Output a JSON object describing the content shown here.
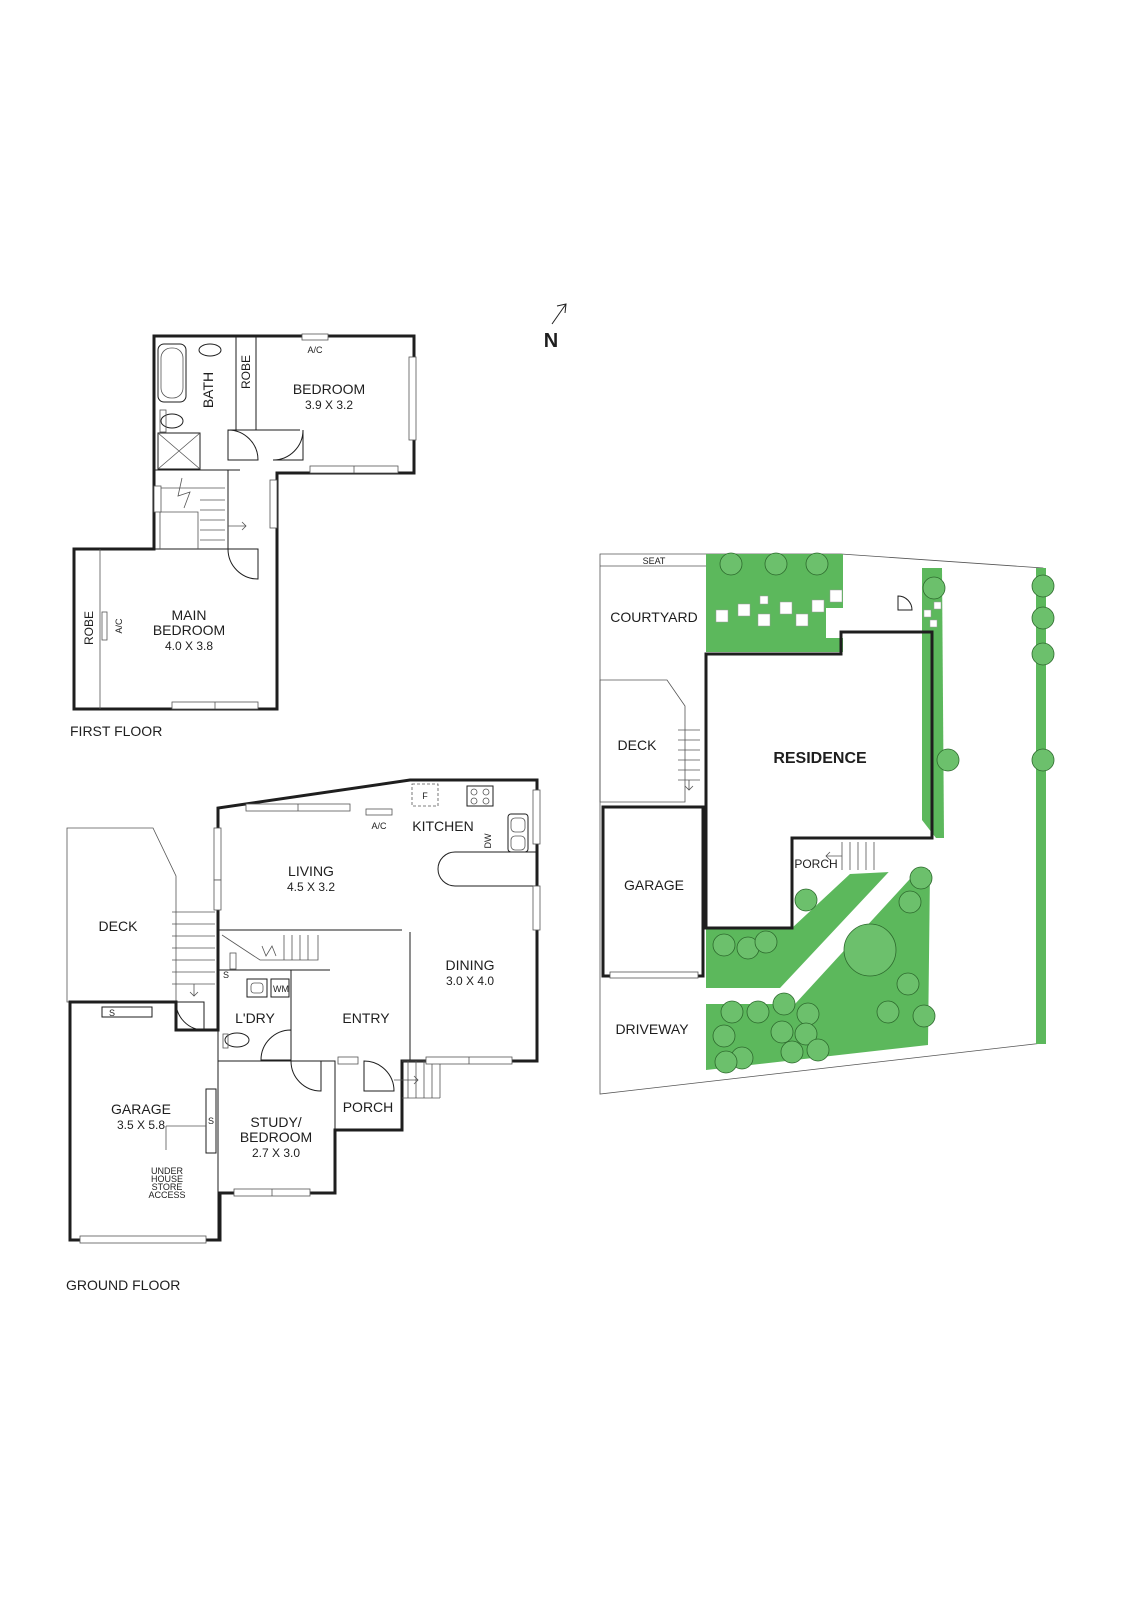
{
  "compass": {
    "label": "N"
  },
  "first_floor": {
    "caption": "FIRST FLOOR",
    "rooms": {
      "bath": "BATH",
      "robe_upper": "ROBE",
      "bedroom": {
        "name": "BEDROOM",
        "dims": "3.9 X 3.2",
        "ac": "A/C"
      },
      "main_bedroom": {
        "name_line1": "MAIN",
        "name_line2": "BEDROOM",
        "dims": "4.0 X 3.8"
      },
      "robe_main": "ROBE",
      "ac_main": "A/C"
    }
  },
  "ground_floor": {
    "caption": "GROUND FLOOR",
    "rooms": {
      "kitchen": {
        "name": "KITCHEN",
        "fridge": "F",
        "dishwasher": "DW"
      },
      "ac": "A/C",
      "living": {
        "name": "LIVING",
        "dims": "4.5 X 3.2"
      },
      "dining": {
        "name": "DINING",
        "dims": "3.0 X 4.0"
      },
      "deck": "DECK",
      "entry": "ENTRY",
      "laundry": {
        "name": "L'DRY",
        "wm": "WM",
        "s": "S"
      },
      "garage": {
        "name": "GARAGE",
        "dims": "3.5 X 5.8",
        "s_top": "S",
        "s_side": "S",
        "under1": "UNDER",
        "under2": "HOUSE",
        "under3": "STORE",
        "under4": "ACCESS"
      },
      "study": {
        "name_line1": "STUDY/",
        "name_line2": "BEDROOM",
        "dims": "2.7 X 3.0"
      },
      "porch": "PORCH"
    }
  },
  "site_plan": {
    "seat": "SEAT",
    "courtyard": "COURTYARD",
    "deck": "DECK",
    "residence": "RESIDENCE",
    "garage": "GARAGE",
    "porch": "PORCH",
    "driveway": "DRIVEWAY"
  },
  "colors": {
    "wall": "#1e1e1e",
    "lawn": "#5cb85c",
    "lawn_dark": "#3f8f3f",
    "tree": "#6cc06c"
  }
}
